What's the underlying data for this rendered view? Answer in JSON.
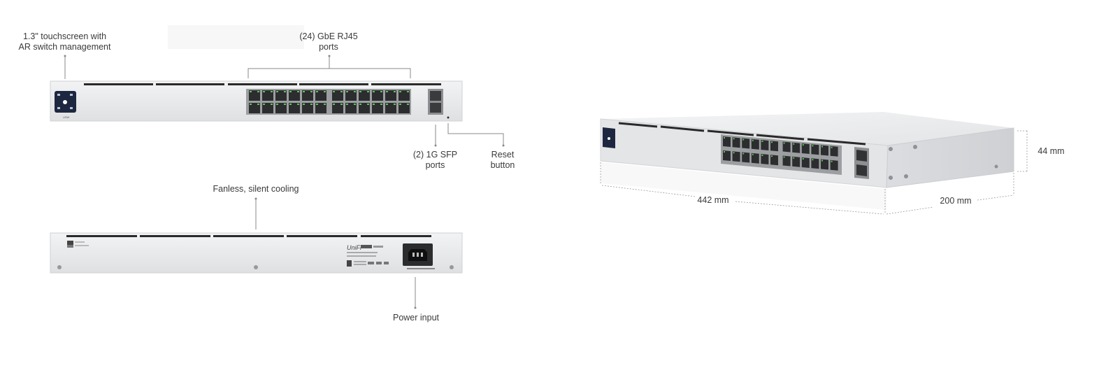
{
  "callouts": {
    "touchscreen": "1.3\" touchscreen with\nAR switch management",
    "rj45_ports": "(24) GbE RJ45\nports",
    "sfp_ports": "(2) 1G SFP\nports",
    "reset_button": "Reset\nbutton",
    "cooling": "Fanless, silent cooling",
    "power_input": "Power input"
  },
  "dimensions": {
    "width": "442 mm",
    "depth": "200 mm",
    "height": "44 mm"
  },
  "device": {
    "front_brand": "USW",
    "rear_brand": "UniFi",
    "rj45_port_count": 24,
    "sfp_port_count": 2
  },
  "colors": {
    "chassis": "#e9eaec",
    "chassis_edge": "#c8cacd",
    "port_frame": "#9a9c9f",
    "port_led": "#5fc35a",
    "screen": "#1e2740",
    "leader_line": "#8a8a8a"
  }
}
